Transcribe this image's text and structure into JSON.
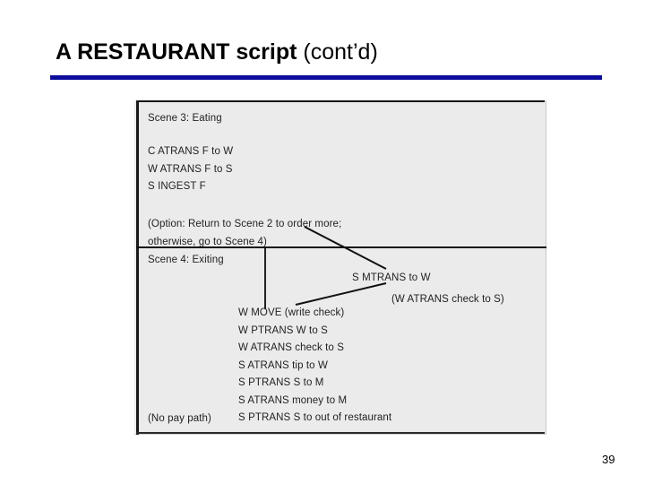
{
  "slide": {
    "title_bold": "A RESTAURANT script",
    "title_regular": " (cont’d)",
    "rule_color": "#0c0c9c",
    "page_number": "39"
  },
  "figure": {
    "background_color": "#ebebeb",
    "scene3": {
      "heading": "Scene 3:  Eating",
      "lines": [
        "C ATRANS F to W",
        "W ATRANS F to S",
        "S INGEST F"
      ],
      "option_note": [
        "(Option: Return to Scene 2 to order more;",
        "otherwise, go to Scene 4)"
      ]
    },
    "scene4": {
      "heading": "Scene 4:  Exiting",
      "lines": [
        "W MOVE (write check)",
        "W PTRANS W to S",
        "W ATRANS check to S",
        "S ATRANS tip to W",
        "S PTRANS S to M",
        "S ATRANS money to M",
        "S PTRANS S to out of restaurant"
      ],
      "no_pay_note": "(No pay path)"
    },
    "annotations": {
      "mtrans": "S MTRANS to W",
      "watrans": "(W ATRANS check to S)"
    }
  }
}
